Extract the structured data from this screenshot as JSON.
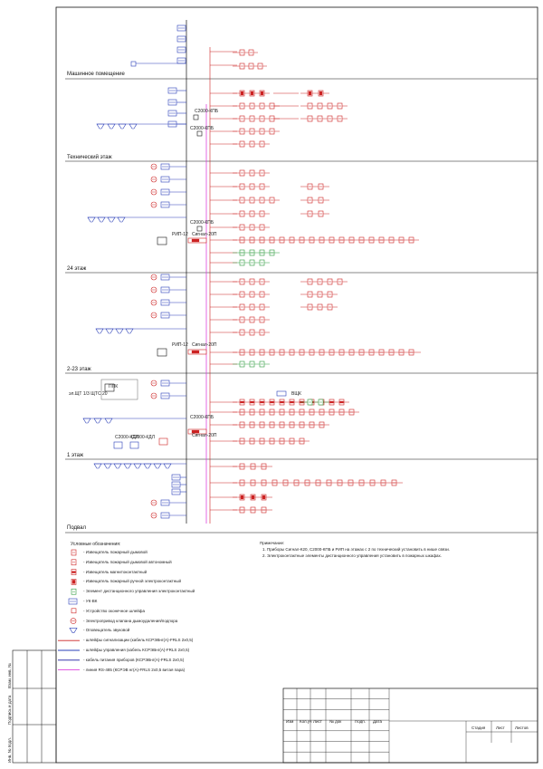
{
  "floors": {
    "machine_room": "Машинное помещение",
    "tech_floor": "Технический этаж",
    "floor_24": "24 этаж",
    "floors_2_23": "2-23 этаж",
    "floor_1": "1 этаж",
    "basement": "Подвал"
  },
  "devices": {
    "rs485_box": "С2000-КПБ",
    "signal_unit": "Сигнал-20П",
    "rip": "РИП-12",
    "ppk": "ППК",
    "kdl": "С2000-КДЛ",
    "key_floor": "эл.ЩТ 1/3 ЩТС 20",
    "vshk": "ВЩК"
  },
  "legend": {
    "title": "Условные обозначения:",
    "items": [
      "- Извещатель пожарный дымовой",
      "- Извещатель пожарный дымовой автономный",
      "- Извещатель магнитоконтактный",
      "- Извещатель пожарный ручной электроконтактный",
      "- Элемент дистанционного управления электроконтактный",
      "- УК-ВК",
      "- Устройство оконечное шлейфа",
      "- Электропривод клапана дымоудаления/подпора",
      "- Оповещатель звуковой",
      "- шлейфы сигнализации (кабель КСРЭВнг(А)-FRLS 2х0,5)",
      "- шлейфы управления (кабель КСРЭВнг(А)-FRLS 2х0,5)",
      "- кабель питания приборов (КСРЭВнг(А)-FRLS 2х0,5)",
      "- линия RS-485 (КСРЭВ нг(А)-FRLS 2х0,5 витая пара)"
    ],
    "colors": {
      "signal": "#cc2222",
      "control": "#2a3fb8",
      "power": "#1a1aa0",
      "rs485": "#dd44dd",
      "detector_fill": "#cc2222",
      "remote_fill": "#2a9a3a"
    }
  },
  "notes": {
    "title": "Примечание:",
    "items": [
      "1.   Приборы Сигнал-К20, С2000-КПБ и РИП на этажах с 2 по технический установить в нише связи.",
      "2.   Электроконтактные элементы дистанционного управления установить в пожарных шкафах."
    ]
  },
  "title_block": {
    "columns": [
      "Изм",
      "Кол.уч",
      "Лист",
      "№ док",
      "Подп.",
      "Дата"
    ],
    "stage_labels": [
      "Стадия",
      "Лист",
      "Листов"
    ]
  },
  "side_stamps": [
    "Взам. инв. №",
    "Подпись и дата",
    "Инв. № подл."
  ]
}
